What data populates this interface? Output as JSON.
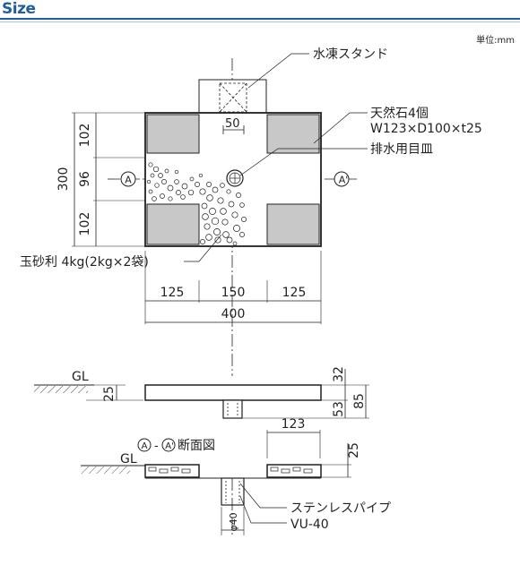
{
  "header": {
    "title": "Size",
    "unit_label": "単位:mm",
    "accent_color": "#1f5f9e"
  },
  "plan": {
    "label_stand": "水凍スタンド",
    "label_stone_line1": "天然石4個",
    "label_stone_line2": "W123×D100×t25",
    "label_drain": "排水用目皿",
    "label_gravel": "玉砂利 4kg(2kg×2袋)",
    "section_mark_left": "A",
    "section_mark_right": "A'",
    "dim_50": "50",
    "dim_left_top": "102",
    "dim_left_mid": "96",
    "dim_left_bottom": "102",
    "dim_left_total": "300",
    "dim_bottom_left": "125",
    "dim_bottom_mid": "150",
    "dim_bottom_right": "125",
    "dim_bottom_total": "400"
  },
  "elevation": {
    "gl": "GL",
    "dim_25": "25",
    "dim_32": "32",
    "dim_53": "53",
    "dim_85": "85"
  },
  "section": {
    "gl": "GL",
    "title_a": "A",
    "title_dash": "-",
    "title_b": "A'",
    "title_text": "断面図",
    "dim_123": "123",
    "dim_25": "25",
    "label_pipe": "ステンレスパイプ",
    "label_vu": "VU-40",
    "dim_phi": "φ40"
  }
}
